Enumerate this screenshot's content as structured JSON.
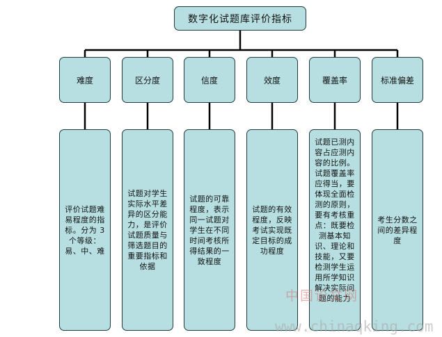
{
  "root": {
    "label": "数字化试题库评价指标"
  },
  "indicators": [
    {
      "label": "难度",
      "desc": "评价试题难易程度的指标。分为 3 个等级：易、中、难"
    },
    {
      "label": "区分度",
      "desc": "试题对学生实际水平差异的区分能力，是评价试题质量与筛选题目的重要指标和依据"
    },
    {
      "label": "信度",
      "desc": "试题的可靠程度，表示同一试题对学生在不同时间考核所得结果的一致程度"
    },
    {
      "label": "效度",
      "desc": "试题的有效程度，反映考试实现既定目标的成功程度"
    },
    {
      "label": "覆盖率",
      "desc": "试题已测内容占应测内容的比例。试题覆盖率应得当，要体现全面检测的原则，要有考核重点：既要检测基本知识、理论和技能，又要检测学生运用所学知识解决实际问题的能力"
    },
    {
      "label": "标准偏差",
      "desc": "考生分数之间的差异程度"
    }
  ],
  "watermark": {
    "site_cn": "中国论文网",
    "url": "www.chinaqking.com"
  }
}
